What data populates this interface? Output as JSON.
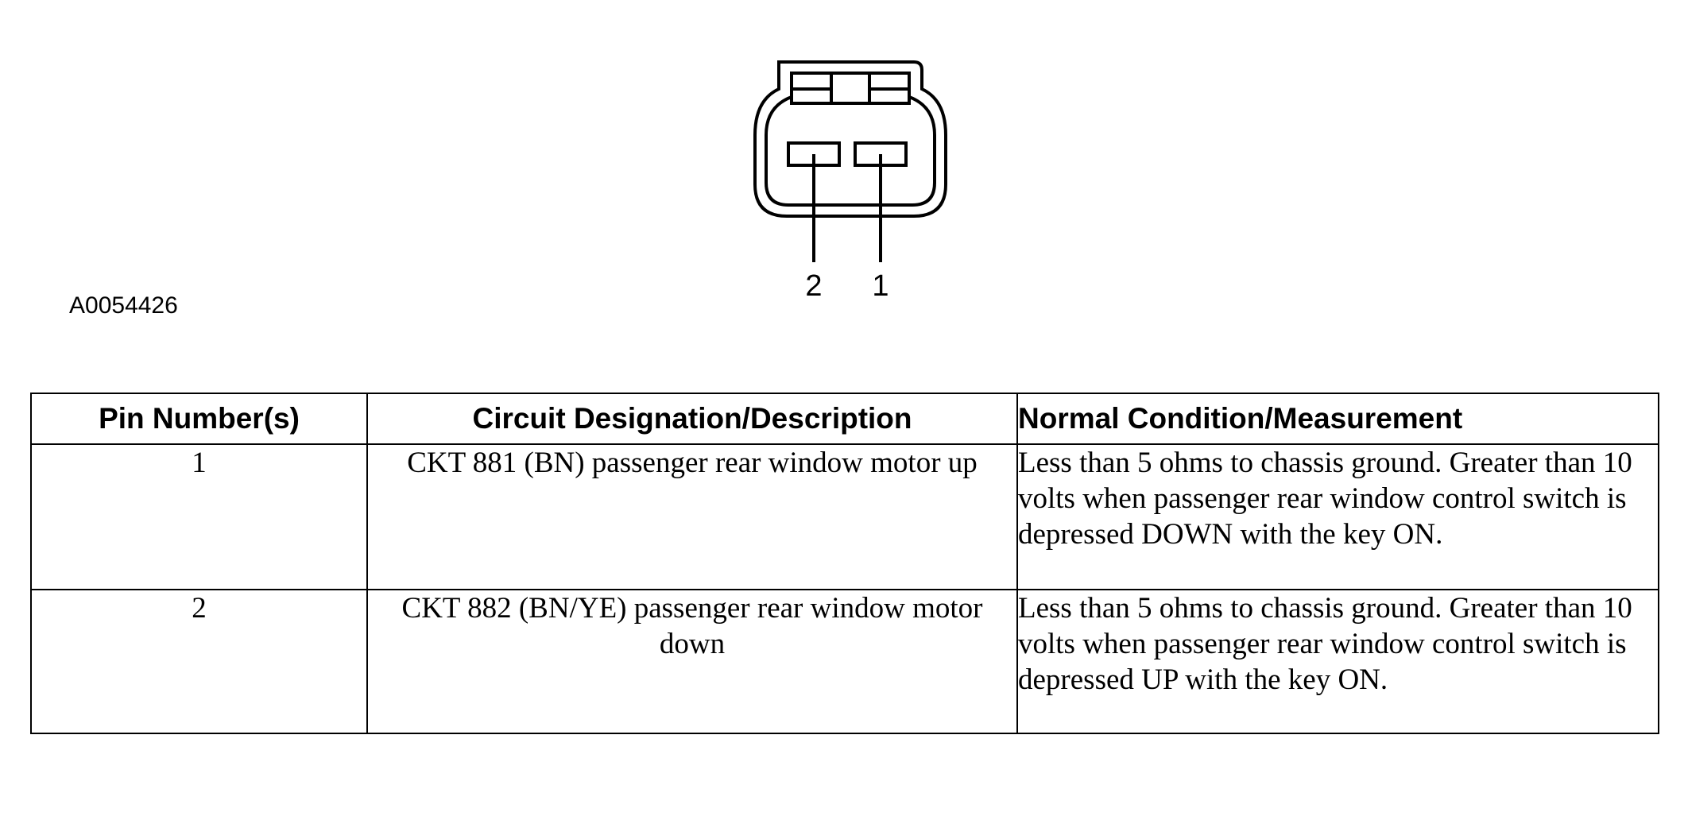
{
  "figure_id": "A0054426",
  "connector": {
    "pin_labels": [
      "2",
      "1"
    ]
  },
  "table": {
    "headers": [
      "Pin Number(s)",
      "Circuit Designation/Description",
      "Normal Condition/Measurement"
    ],
    "rows": [
      {
        "pin": "1",
        "circuit": "CKT 881 (BN) passenger rear window motor up",
        "condition": "Less than 5 ohms to chassis ground. Greater than 10 volts when passenger rear window control switch is depressed DOWN with the key ON."
      },
      {
        "pin": "2",
        "circuit": "CKT 882 (BN/YE) passenger rear window motor down",
        "condition": "Less than 5 ohms to chassis ground. Greater than 10 volts when passenger rear window control switch is depressed UP with the key ON."
      }
    ]
  }
}
